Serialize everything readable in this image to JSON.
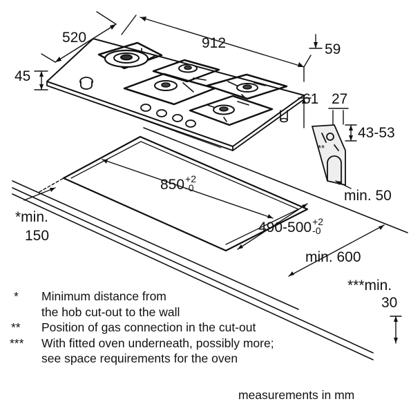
{
  "dimensions": {
    "hob_depth": "520",
    "hob_width": "912",
    "hob_back_offset": "59",
    "hob_height": "45",
    "gas_connector_offset": "61",
    "gas_connector_width": "27",
    "worktop_thickness": "43-53",
    "cutout_width": "850",
    "cutout_width_tol_plus": "+2",
    "cutout_width_tol_minus": "-0",
    "cutout_depth": "490-500",
    "cutout_depth_tol_plus": "+2",
    "cutout_depth_tol_minus": "-0",
    "min_front": "min. 50",
    "min_wall_a": "*min.",
    "min_wall_b": "150",
    "min_worktop_depth": "min. 600",
    "min_oven_a": "***min.",
    "min_oven_b": "30",
    "connection_marker": "**"
  },
  "notes": [
    {
      "mark": "*",
      "lines": [
        "Minimum distance from",
        "the hob cut-out to the wall"
      ]
    },
    {
      "mark": "**",
      "lines": [
        "Position of gas connection in the cut-out"
      ]
    },
    {
      "mark": "***",
      "lines": [
        "With fitted oven underneath, possibly more;",
        "see space requirements for the oven"
      ]
    }
  ],
  "footer": "measurements in mm"
}
